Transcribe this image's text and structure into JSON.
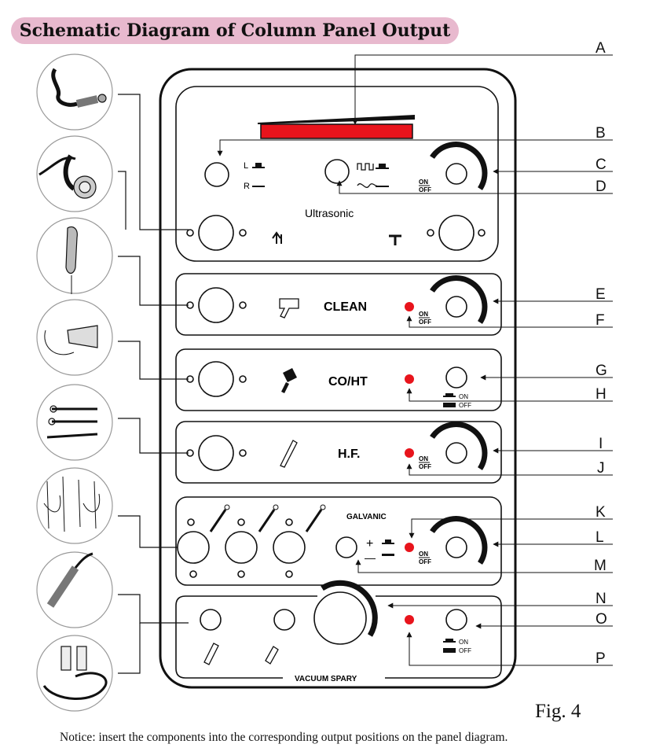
{
  "title": "Schematic Diagram of Column Panel Output",
  "figure_label": "Fig. 4",
  "notice": "Notice: insert the components into the corresponding output positions on the panel diagram.",
  "callouts": [
    "A",
    "B",
    "C",
    "D",
    "E",
    "F",
    "G",
    "H",
    "I",
    "J",
    "K",
    "L",
    "M",
    "N",
    "O",
    "P"
  ],
  "panels": {
    "ultrasonic": {
      "label": "Ultrasonic",
      "level_l": "L",
      "level_r": "R",
      "on": "ON",
      "off": "OFF"
    },
    "clean": {
      "label": "CLEAN",
      "on": "ON",
      "off": "OFF"
    },
    "coht": {
      "label": "CO/HT",
      "on": "ON",
      "off": "OFF"
    },
    "hf": {
      "label": "H.F.",
      "on": "ON",
      "off": "OFF"
    },
    "galvanic": {
      "label": "GALVANIC",
      "plus": "+",
      "minus": "—",
      "on": "ON",
      "off": "OFF"
    },
    "vacuum": {
      "label": "VACUUM SPARY",
      "on": "ON",
      "off": "OFF"
    }
  },
  "colors": {
    "indicator": "#e8141c",
    "display": "#e8141c",
    "title_pill": "#e8b9ce",
    "line": "#111111"
  }
}
